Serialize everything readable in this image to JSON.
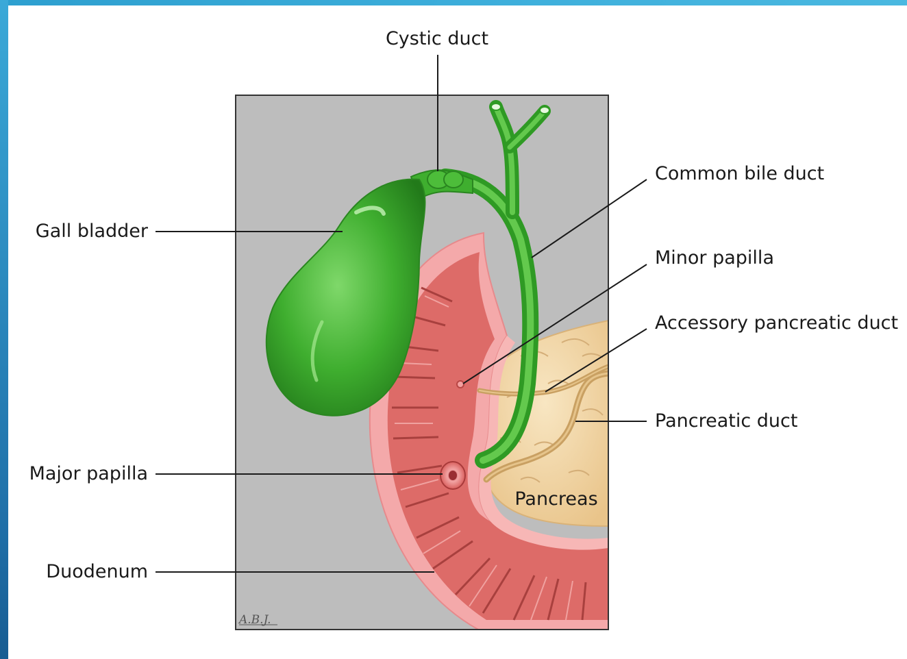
{
  "labels": {
    "cystic_duct": "Cystic duct",
    "common_bile_duct": "Common bile duct",
    "gall_bladder": "Gall bladder",
    "minor_papilla": "Minor papilla",
    "accessory_pancreatic_duct": "Accessory pancreatic duct",
    "pancreatic_duct": "Pancreatic duct",
    "major_papilla": "Major papilla",
    "duodenum": "Duodenum",
    "pancreas": "Pancreas"
  },
  "artist_signature": "A.B.J.",
  "colors": {
    "panel_background": "#bdbdbd",
    "gallbladder_green": "#3fae2f",
    "duodenum_pink": "#f4a9aa",
    "duodenum_mucosa": "#dd6b68",
    "pancreas_tan": "#f2d7a6",
    "pancreatic_duct": "#c9a062",
    "frame_blue": "#2d9fcf"
  }
}
